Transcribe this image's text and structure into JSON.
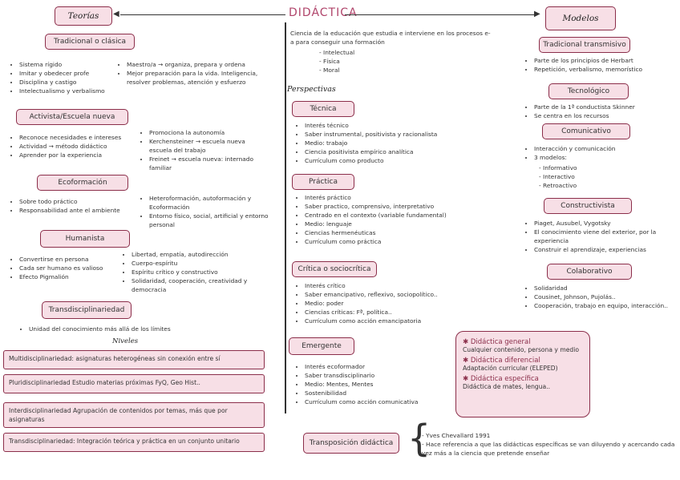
{
  "main_title": "DIDÁCTICA",
  "teorias": {
    "title": "Teorías",
    "tradicional": {
      "label": "Tradicional o clásica",
      "left": [
        "Sistema rígido",
        "Imitar y obedecer profe",
        "Disciplina y castigo",
        "Intelectualismo y verbalismo"
      ],
      "right": [
        "Maestro/a → organiza, prepara y ordena",
        "Mejor preparación para la vida. Inteligencia, resolver problemas, atención y esfuerzo"
      ]
    },
    "activista": {
      "label": "Activista/Escuela nueva",
      "left": [
        "Reconoce necesidades e intereses",
        "Actividad → método didáctico",
        "Aprender por la experiencia"
      ],
      "right": [
        "Promociona la autonomía",
        "Kerchensteiner → escuela nueva escuela del trabajo",
        "Freinet → escuela nueva: internado familiar"
      ]
    },
    "ecoformacion": {
      "label": "Ecoformación",
      "left": [
        "Sobre todo práctico",
        "Responsabilidad ante el ambiente"
      ],
      "right": [
        "Heteroformación, autoformación y Ecoformación",
        "Entorno físico, social, artificial y entorno personal"
      ]
    },
    "humanista": {
      "label": "Humanista",
      "left": [
        "Convertirse en persona",
        "Cada ser humano es valioso",
        "Efecto Pigmalión"
      ],
      "right": [
        "Libertad, empatía, autodirección",
        "Cuerpo-espíritu",
        "Espíritu crítico y constructivo",
        "Solidaridad, cooperación, creatividad y democracia"
      ]
    },
    "transdisciplinariedad": {
      "label": "Transdisciplinariedad",
      "items": [
        "Unidad del conocimiento más allá de los límites"
      ]
    }
  },
  "niveles": {
    "title": "Niveles",
    "items": [
      "Multidisciplinariedad: asignaturas heterogéneas sin conexión entre sí",
      "Pluridisciplinariedad Estudio materias próximas FyQ, Geo Hist..",
      "Interdisciplinariedad Agrupación de contenidos por temas, más que por asignaturas",
      "Transdisciplinariedad: Integración teórica y práctica en un conjunto unitario"
    ]
  },
  "definicion": {
    "text": "Ciencia de la educación que estudia e interviene en los procesos e-a para conseguir una formación",
    "items": [
      "Intelectual",
      "Física",
      "Moral"
    ]
  },
  "perspectivas": {
    "title": "Perspectivas",
    "tecnica": {
      "label": "Técnica",
      "items": [
        "Interés técnico",
        "Saber instrumental, positivista y racionalista",
        "Medio: trabajo",
        "Ciencia positivista empírico analítica",
        "Currículum como producto"
      ]
    },
    "practica": {
      "label": "Práctica",
      "items": [
        "Interés práctico",
        "Saber practico, comprensivo, interpretativo",
        "Centrado en el contexto (variable fundamental)",
        "Medio: lenguaje",
        "Ciencias hermenéuticas",
        "Currículum como práctica"
      ]
    },
    "critica": {
      "label": "Crítica o sociocrítica",
      "items": [
        "Interés crítico",
        "Saber emancipativo, reflexivo, sociopolítico..",
        "Medio: poder",
        "Ciencias críticas: Fª, política..",
        "Currículum como acción emancipatoria"
      ]
    },
    "emergente": {
      "label": "Emergente",
      "items": [
        "Interés ecoformador",
        "Saber transdisciplinario",
        "Medio: Mentes, Mentes",
        "Sostenibilidad",
        "Currículum como acción comunicativa"
      ]
    }
  },
  "modelos": {
    "title": "Modelos",
    "tradicional": {
      "label": "Tradicional transmisivo",
      "items": [
        "Parte de los principios de Herbart",
        "Repetición, verbalismo, memorístico"
      ]
    },
    "tecnologico": {
      "label": "Tecnológico",
      "items": [
        "Parte de la 1ª conductista Skinner",
        "Se centra en los recursos"
      ]
    },
    "comunicativo": {
      "label": "Comunicativo",
      "items": [
        "Interacción y comunicación",
        "3 modelos:"
      ],
      "sub": [
        "Informativo",
        "Interactivo",
        "Retroactivo"
      ]
    },
    "constructivista": {
      "label": "Constructivista",
      "items": [
        "Piaget, Ausubel, Vygotsky",
        "El conocimiento viene del exterior, por la experiencia",
        "Construir el aprendizaje, experiencias"
      ]
    },
    "colaborativo": {
      "label": "Colaborativo",
      "items": [
        "Solidaridad",
        "Cousinet, Johnson, Pujolás..",
        "Cooperación, trabajo en equipo, interacción.."
      ]
    }
  },
  "tipos": {
    "general": {
      "label": "Didáctica general",
      "text": "Cualquier contenido, persona y medio"
    },
    "diferencial": {
      "label": "Didáctica diferencial",
      "text": "Adaptación curricular (ELEPED)"
    },
    "especifica": {
      "label": "Didáctica específica",
      "text": "Didáctica de mates, lengua.."
    }
  },
  "transposicion": {
    "label": "Transposición didáctica",
    "items": [
      "Yves Chevallard 1991",
      "Hace referencia a que las didácticas específicas se van diluyendo y acercando cada vez más a la ciencia que pretende enseñar"
    ]
  },
  "colors": {
    "accent": "#b0456b",
    "box_fill": "#f7dfe6",
    "box_border": "#8b2e4a"
  }
}
